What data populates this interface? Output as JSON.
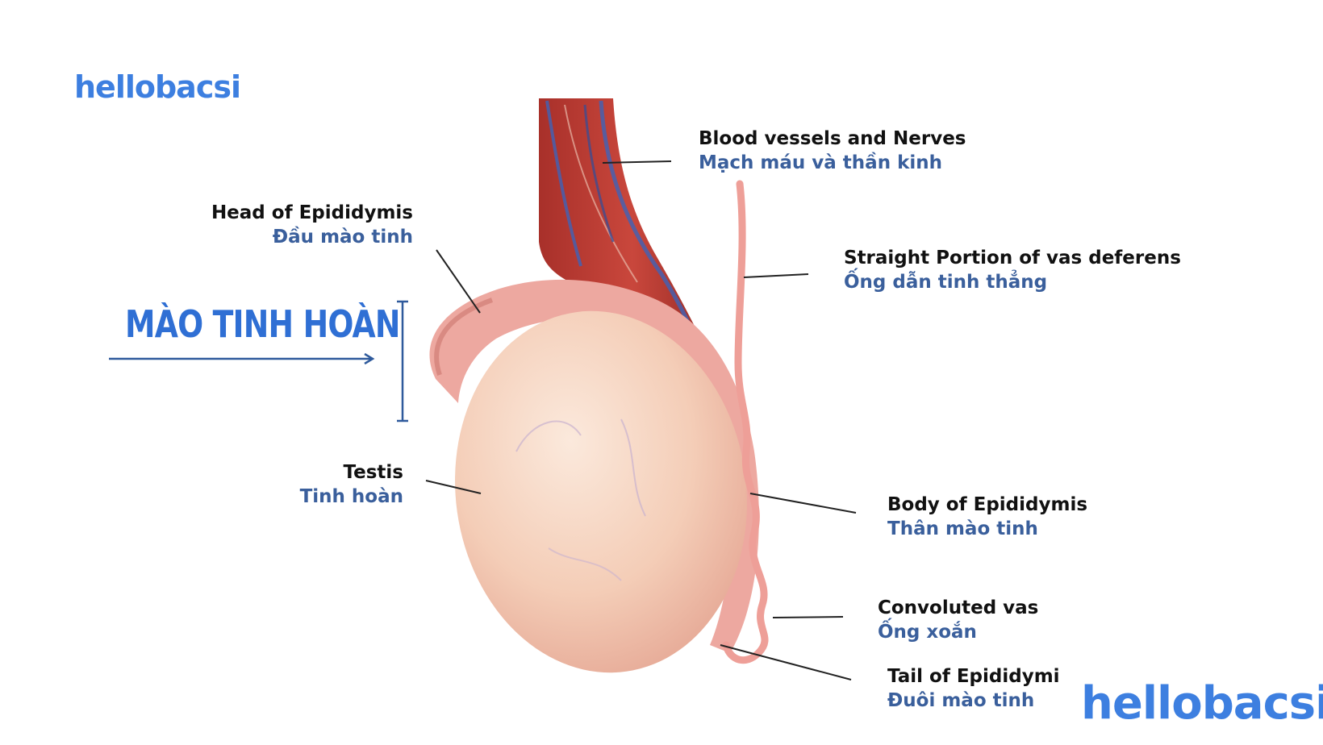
{
  "logo_text": "hellobacsi",
  "title": "MÀO TINH HOÀN",
  "labels": {
    "blood_vessels": {
      "en": "Blood vessels and Nerves",
      "vi": "Mạch máu và thần kinh"
    },
    "head": {
      "en": "Head of Epididymis",
      "vi": "Đầu mào tinh"
    },
    "straight": {
      "en": "Straight Portion of vas deferens",
      "vi": "Ống dẫn tinh thẳng"
    },
    "testis": {
      "en": "Testis",
      "vi": "Tinh hoàn"
    },
    "body": {
      "en": "Body of Epididymis",
      "vi": "Thân mào tinh"
    },
    "convoluted": {
      "en": "Convoluted vas",
      "vi": "Ống xoắn"
    },
    "tail": {
      "en": "Tail of Epididymi",
      "vi": "Đuôi mào tinh"
    }
  },
  "colors": {
    "brand": "#3d7fe0",
    "label_vi": "#3a5f9c",
    "accent_line": "#2f5a9c"
  }
}
